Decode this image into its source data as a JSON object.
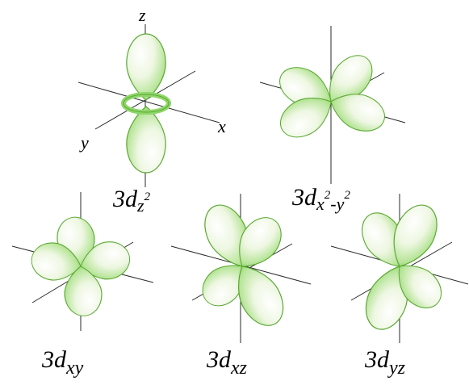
{
  "axis_labels": {
    "z": "z",
    "x": "x",
    "y": "y"
  },
  "orbitals": [
    {
      "prefix": "3",
      "d": "d",
      "sub": "z",
      "sup": "2",
      "sub2": "",
      "sup2": ""
    },
    {
      "prefix": "3",
      "d": "d",
      "sub": "x",
      "sup": "2",
      "dash": "-",
      "sub2": "y",
      "sup2": "2"
    },
    {
      "prefix": "3",
      "d": "d",
      "sub": "xy"
    },
    {
      "prefix": "3",
      "d": "d",
      "sub": "xz"
    },
    {
      "prefix": "3",
      "d": "d",
      "sub": "yz"
    }
  ],
  "colors": {
    "lobe_light": "#f7fbef",
    "lobe_dark": "#8fd66a",
    "lobe_stroke": "#5aa832",
    "axis": "#2a2a2a"
  }
}
